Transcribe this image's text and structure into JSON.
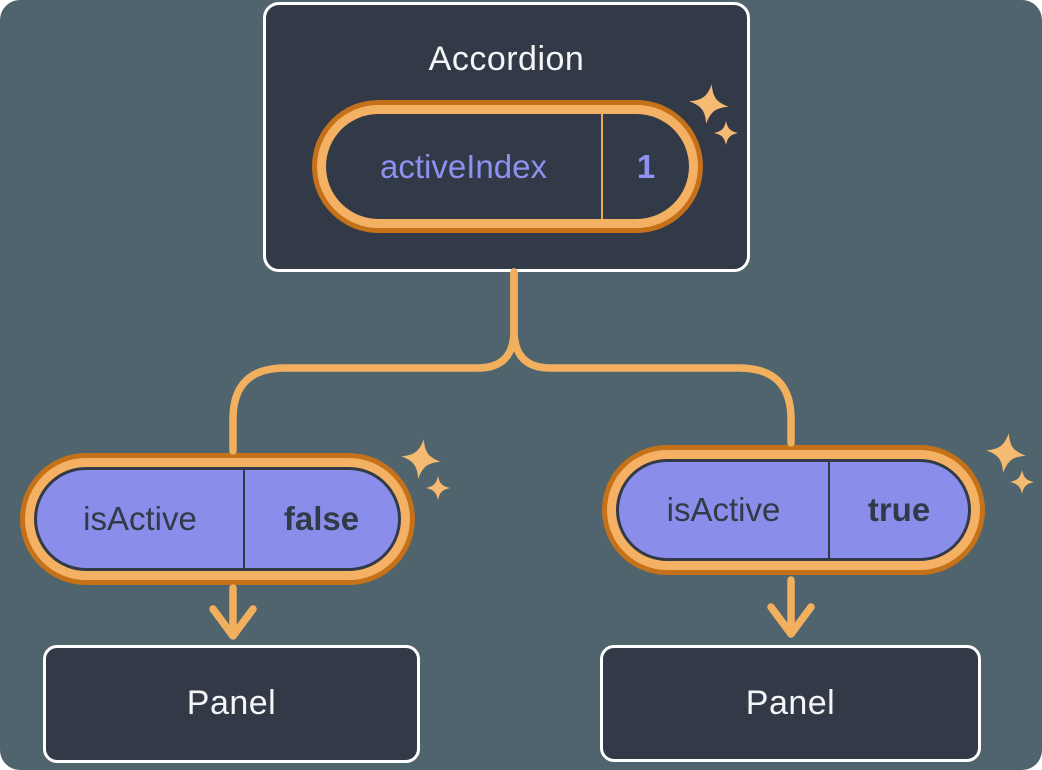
{
  "diagram": {
    "root": {
      "title": "Accordion",
      "state": {
        "name": "activeIndex",
        "value": "1"
      }
    },
    "children": [
      {
        "prop": {
          "name": "isActive",
          "value": "false"
        },
        "panel": {
          "title": "Panel"
        }
      },
      {
        "prop": {
          "name": "isActive",
          "value": "true"
        },
        "panel": {
          "title": "Panel"
        }
      }
    ]
  },
  "icons": {
    "sparkle-icon": "✦",
    "down-arrow-icon": "↓"
  },
  "colors": {
    "background": "#4f646c",
    "node-fill": "#333a47",
    "node-border": "#ffffff",
    "node-text": "#f4f5f7",
    "connector": "#f2b05f",
    "sparkle": "#f6bb72",
    "ring-dark": "#c4711a",
    "ring-light": "#f5b163",
    "divider-orange": "#f0a854",
    "state-text": "#8e90f2",
    "prop-fill": "#8b8deb",
    "prop-text": "#333a47"
  }
}
